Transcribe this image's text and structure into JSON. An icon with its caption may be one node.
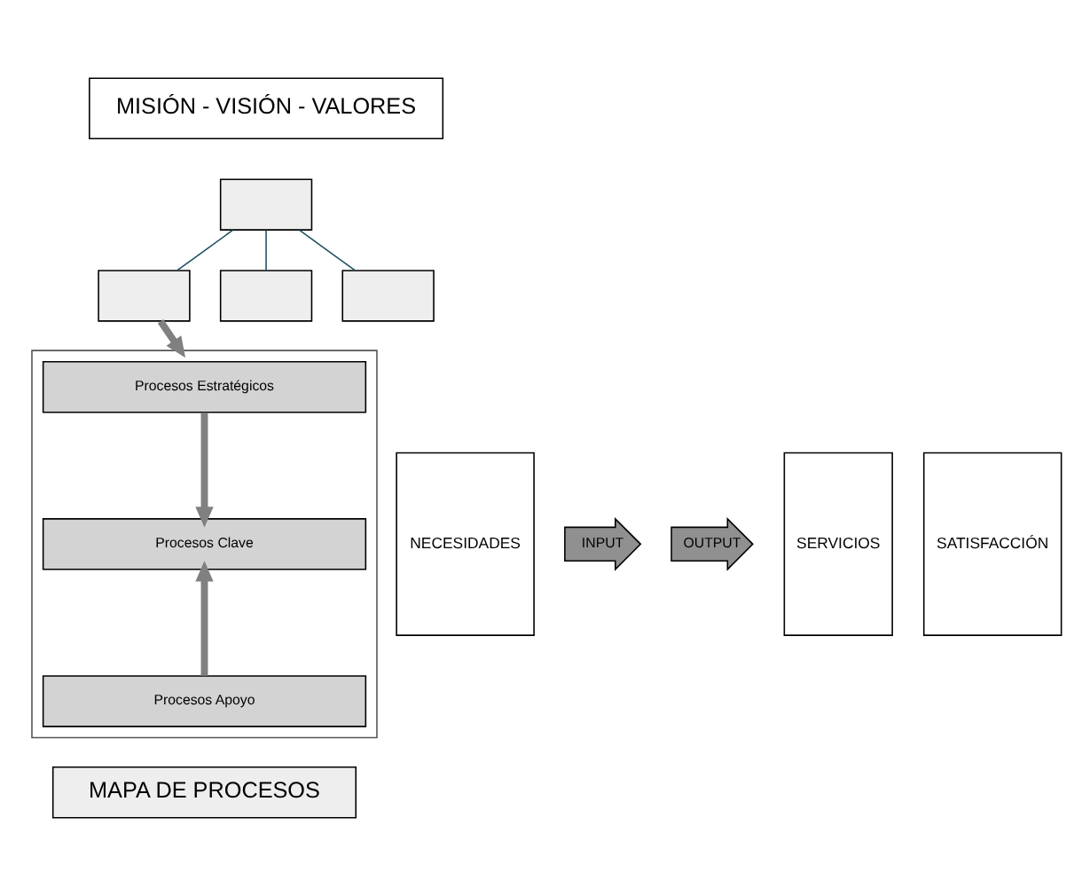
{
  "diagram": {
    "nodes": [
      {
        "text": [
          "MISIÓN - VISIÓN - VALORES"
        ]
      },
      {
        "text": [],
        "shape": "box"
      },
      {
        "text": [],
        "shape": "box"
      },
      {
        "text": [],
        "shape": "box"
      },
      {
        "text": [],
        "shape": "box"
      },
      {
        "text": [
          "NECESIDADES"
        ]
      },
      {
        "text": [
          "INPUT"
        ]
      },
      {
        "text": [],
        "shape": "box"
      },
      {
        "text": [
          "Procesos Estratégicos"
        ],
        "in": 7
      },
      {
        "text": [
          "Procesos Clave"
        ],
        "in": 7
      },
      {
        "text": [
          "Procesos Apoyo"
        ],
        "in": 7
      },
      {
        "text": [
          "MAPA DE PROCESOS"
        ]
      },
      {
        "text": [
          "OUTPUT"
        ]
      },
      {
        "text": [
          "SERVICIOS"
        ]
      },
      {
        "text": [
          "SATISFACCIÓN"
        ]
      }
    ],
    "edges": [
      {
        "from": 1,
        "to": 2,
        "arrow": "none"
      },
      {
        "from": 1,
        "to": 3,
        "arrow": "none"
      },
      {
        "from": 1,
        "to": 4,
        "arrow": "none"
      },
      {
        "from": 2,
        "to": 7,
        "arrow": "to",
        "style": "thick",
        "color": "#808080"
      },
      {
        "from": 8,
        "to": 9,
        "arrow": "to",
        "style": "thick",
        "color": "#808080"
      },
      {
        "from": 10,
        "to": 9,
        "arrow": "to",
        "style": "thick",
        "color": "#808080"
      }
    ]
  }
}
